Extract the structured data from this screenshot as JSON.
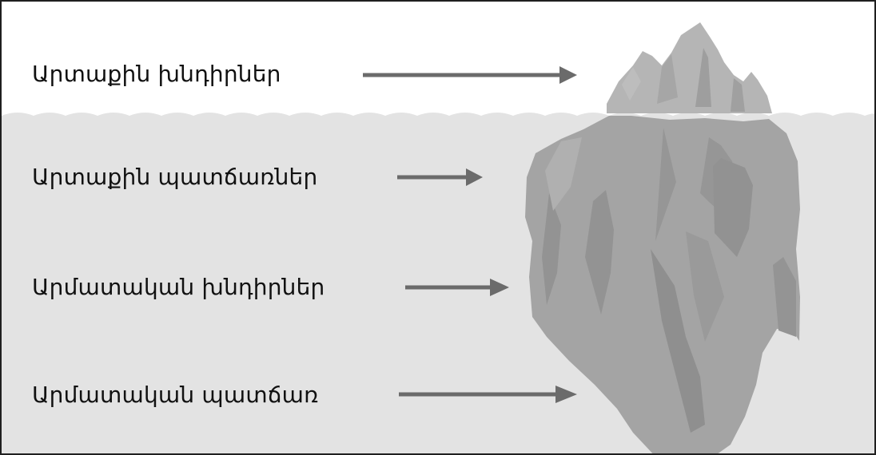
{
  "diagram": {
    "layers": [
      {
        "id": "l1",
        "label": "Արտաքին խնդիրներ"
      },
      {
        "id": "l2",
        "label": "Արտաքին պատճառներ"
      },
      {
        "id": "l3",
        "label": "Արմատական խնդիրներ"
      },
      {
        "id": "l4",
        "label": "Արմատական պատճառ"
      }
    ]
  },
  "colors": {
    "water": "#e3e3e3",
    "iceberg_top": "#b3b3b3",
    "iceberg_body": "#a3a3a3",
    "iceberg_shadow": "#949494",
    "arrow": "#6b6b6b",
    "border": "#1f1f1f"
  }
}
